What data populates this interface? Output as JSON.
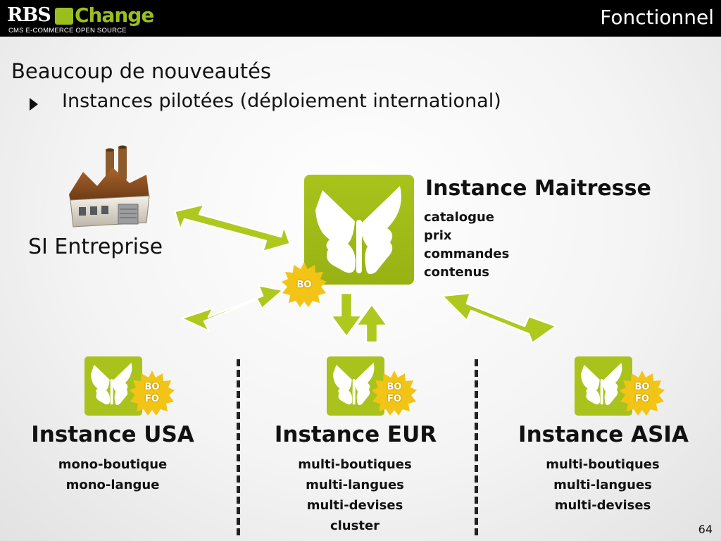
{
  "header": {
    "logo_rbs": "RBS",
    "logo_change": "Change",
    "logo_subtitle": "CMS E-COMMERCE OPEN SOURCE",
    "section": "Fonctionnel"
  },
  "slide": {
    "title": "Beaucoup de nouveautés",
    "bullet": "Instances pilotées (déploiement international)"
  },
  "si": {
    "label": "SI Entreprise"
  },
  "master": {
    "title": "Instance Maitresse",
    "items": [
      "catalogue",
      "prix",
      "commandes",
      "contenus"
    ],
    "badge": [
      "BO"
    ]
  },
  "instances": [
    {
      "title": "Instance USA",
      "items": [
        "mono-boutique",
        "mono-langue"
      ],
      "badge": [
        "BO",
        "FO"
      ]
    },
    {
      "title": "Instance EUR",
      "items": [
        "multi-boutiques",
        "multi-langues",
        "multi-devises",
        "cluster"
      ],
      "badge": [
        "BO",
        "FO"
      ]
    },
    {
      "title": "Instance ASIA",
      "items": [
        "multi-boutiques",
        "multi-langues",
        "multi-devises"
      ],
      "badge": [
        "BO",
        "FO"
      ]
    }
  ],
  "page_number": "64",
  "colors": {
    "brand_green": "#9bbe1f",
    "badge_yellow": "#f2c415",
    "header_bg": "#000000"
  }
}
